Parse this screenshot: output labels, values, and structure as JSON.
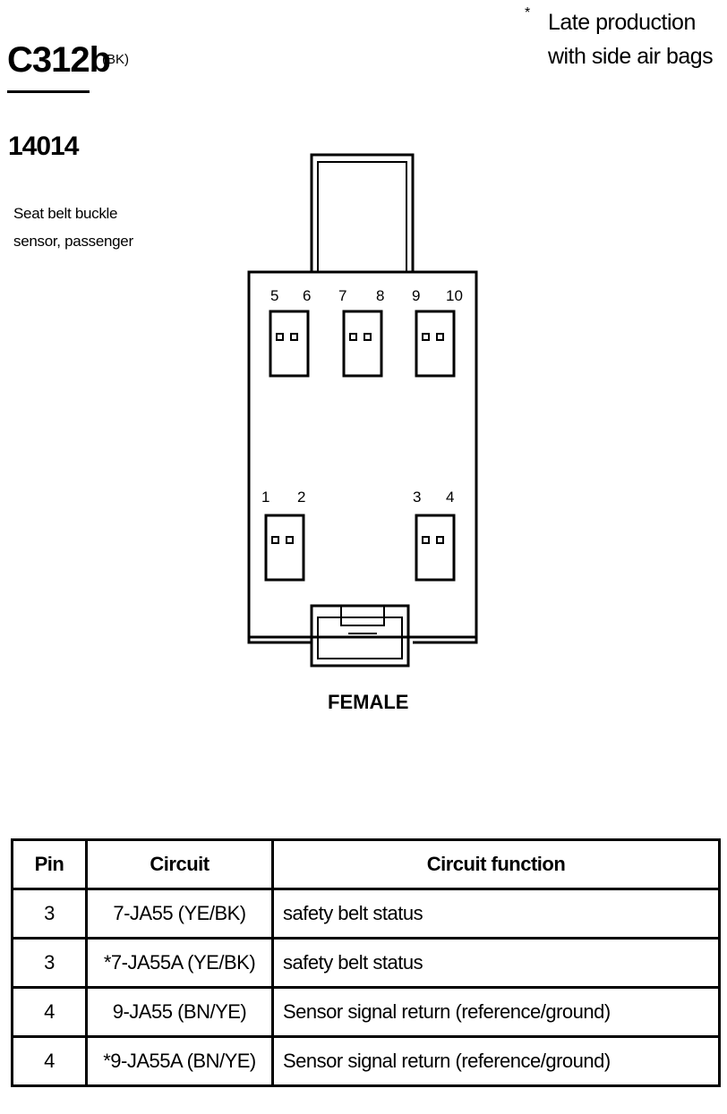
{
  "connector": {
    "id": "C312b",
    "color_code": "(BK)",
    "part_number": "14014",
    "description_lines": [
      "Seat belt buckle",
      "sensor, passenger"
    ],
    "gender": "FEMALE"
  },
  "note": {
    "marker": "*",
    "lines": [
      "Late production",
      "with side air bags"
    ]
  },
  "cavity_labels": {
    "p5": "5",
    "p6": "6",
    "p7": "7",
    "p8": "8",
    "p9": "9",
    "p10": "10",
    "p1": "1",
    "p2": "2",
    "p3": "3",
    "p4": "4"
  },
  "table": {
    "headers": [
      "Pin",
      "Circuit",
      "Circuit function"
    ],
    "rows": [
      {
        "pin": "3",
        "circuit": "7-JA55 (YE/BK)",
        "function": "safety belt status"
      },
      {
        "pin": "3",
        "circuit": "*7-JA55A (YE/BK)",
        "function": "safety belt status"
      },
      {
        "pin": "4",
        "circuit": "9-JA55 (BN/YE)",
        "function": "Sensor signal return (reference/ground)"
      },
      {
        "pin": "4",
        "circuit": "*9-JA55A (BN/YE)",
        "function": "Sensor signal return (reference/ground)"
      }
    ]
  }
}
